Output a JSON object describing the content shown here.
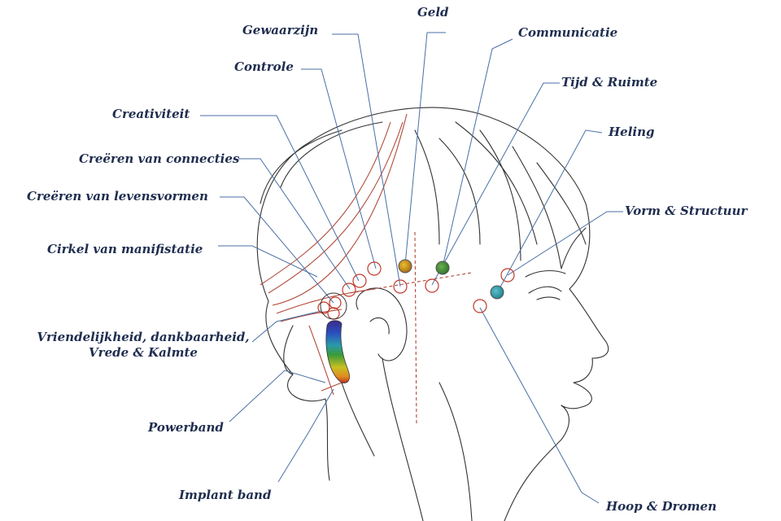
{
  "colors": {
    "label": "#1f2d4f",
    "leader": "#4a6fa5",
    "outline": "#333333",
    "hair_strand": "#b04a3a",
    "point_open": "#c0392b",
    "geld_fill": "#c8a020",
    "communicatie_fill": "#3f8a3a",
    "vorm_fill": "#2a9aa8"
  },
  "labels": {
    "geld": "Geld",
    "gewaarzijn": "Gewaarzijn",
    "communicatie": "Communicatie",
    "controle": "Controle",
    "tijd_ruimte": "Tijd & Ruimte",
    "creativiteit": "Creativiteit",
    "heling": "Heling",
    "creeren_connecties": "Creëren van connecties",
    "creeren_levensvormen": "Creëren van levensvormen",
    "vorm_structuur": "Vorm & Structuur",
    "cirkel_manifistatie": "Cirkel van manifistatie",
    "vriendelijkheid_1": "Vriendelijkheid, dankbaarheid,",
    "vriendelijkheid_2": "Vrede & Kalmte",
    "powerband": "Powerband",
    "implant_band": "Implant band",
    "hoop_dromen": "Hoop & Dromen"
  },
  "points": [
    {
      "key": "geld",
      "style": "filled",
      "color": "geld_fill"
    },
    {
      "key": "communicatie",
      "style": "filled",
      "color": "communicatie_fill"
    },
    {
      "key": "vorm_structuur",
      "style": "filled",
      "color": "vorm_fill"
    },
    {
      "key": "gewaarzijn",
      "style": "open"
    },
    {
      "key": "controle",
      "style": "open"
    },
    {
      "key": "tijd_ruimte",
      "style": "open"
    },
    {
      "key": "creativiteit",
      "style": "open"
    },
    {
      "key": "heling",
      "style": "open"
    },
    {
      "key": "creeren_connecties",
      "style": "open"
    },
    {
      "key": "creeren_levensvormen",
      "style": "open"
    },
    {
      "key": "cirkel_manifistatie",
      "style": "open"
    },
    {
      "key": "vriendelijkheid",
      "style": "open"
    },
    {
      "key": "hoop_dromen",
      "style": "open"
    }
  ]
}
